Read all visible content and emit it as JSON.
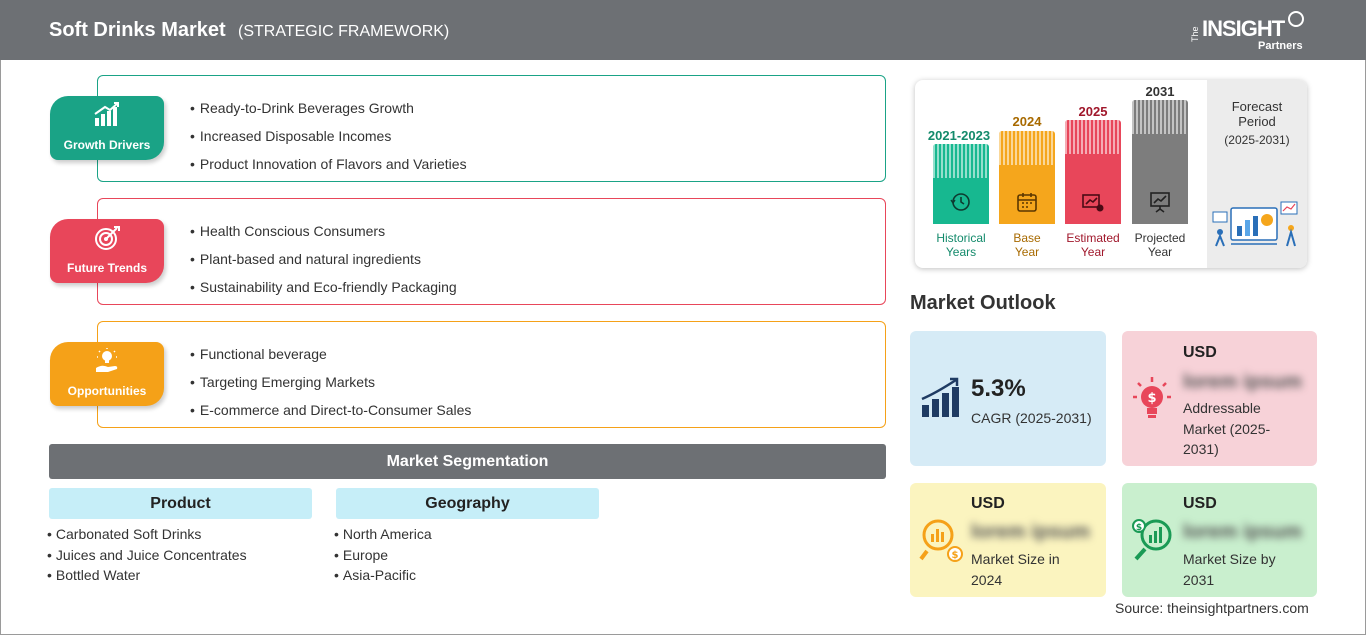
{
  "header": {
    "title": "Soft Drinks Market",
    "subtitle": "(STRATEGIC FRAMEWORK)",
    "logo": {
      "the": "The",
      "insight": "INSIGHT",
      "partners": "Partners"
    }
  },
  "framework": [
    {
      "label": "Growth Drivers",
      "color": "#1aa386",
      "items": [
        "Ready-to-Drink Beverages Growth",
        "Increased Disposable Incomes",
        "Product Innovation of Flavors and Varieties"
      ]
    },
    {
      "label": "Future Trends",
      "color": "#e8465a",
      "items": [
        "Health Conscious Consumers",
        "Plant-based and natural ingredients",
        "Sustainability and Eco-friendly Packaging"
      ]
    },
    {
      "label": "Opportunities",
      "color": "#f5a118",
      "items": [
        "Functional beverage",
        "Targeting Emerging Markets",
        "E-commerce and Direct-to-Consumer Sales"
      ]
    }
  ],
  "segmentation": {
    "title": "Market Segmentation",
    "groups": [
      {
        "name": "Product",
        "items": [
          "Carbonated Soft Drinks",
          "Juices and Juice Concentrates",
          "Bottled Water"
        ]
      },
      {
        "name": "Geography",
        "items": [
          "North America",
          "Europe",
          "Asia-Pacific"
        ]
      }
    ]
  },
  "timeline": {
    "columns": [
      {
        "year": "2021-2023",
        "caption_1": "Historical",
        "caption_2": "Years",
        "color": "#17b890",
        "text_color": "#138a6b",
        "icon": "history-icon"
      },
      {
        "year": "2024",
        "caption_1": "Base",
        "caption_2": "Year",
        "color": "#f5a61c",
        "text_color": "#a86a00",
        "icon": "calendar-icon"
      },
      {
        "year": "2025",
        "caption_1": "Estimated",
        "caption_2": "Year",
        "color": "#e8465a",
        "text_color": "#a0172b",
        "icon": "estimate-chart-icon"
      },
      {
        "year": "2031",
        "caption_1": "Projected",
        "caption_2": "Year",
        "color": "#7d7d7d",
        "text_color": "#333333",
        "icon": "presentation-icon"
      }
    ],
    "forecast_title_1": "Forecast",
    "forecast_title_2": "Period",
    "forecast_range": "(2025-2031)"
  },
  "outlook": {
    "title": "Market Outlook",
    "cagr": {
      "value": "5.3%",
      "label": "CAGR (2025-2031)",
      "bg": "#d6ebf6"
    },
    "addressable": {
      "currency": "USD",
      "value": "lorem ipsum",
      "label_1": "Addressable",
      "label_2": "Market (2025-",
      "label_3": "2031)",
      "bg": "#f7d2d8"
    },
    "size_2024": {
      "currency": "USD",
      "value": "lorem ipsum",
      "label_1": "Market Size in",
      "label_2": "2024",
      "bg": "#fbf4bf"
    },
    "size_2031": {
      "currency": "USD",
      "value": "lorem ipsum",
      "label_1": "Market Size by",
      "label_2": "2031",
      "bg": "#c9efce"
    }
  },
  "source": "Source: theinsightpartners.com"
}
